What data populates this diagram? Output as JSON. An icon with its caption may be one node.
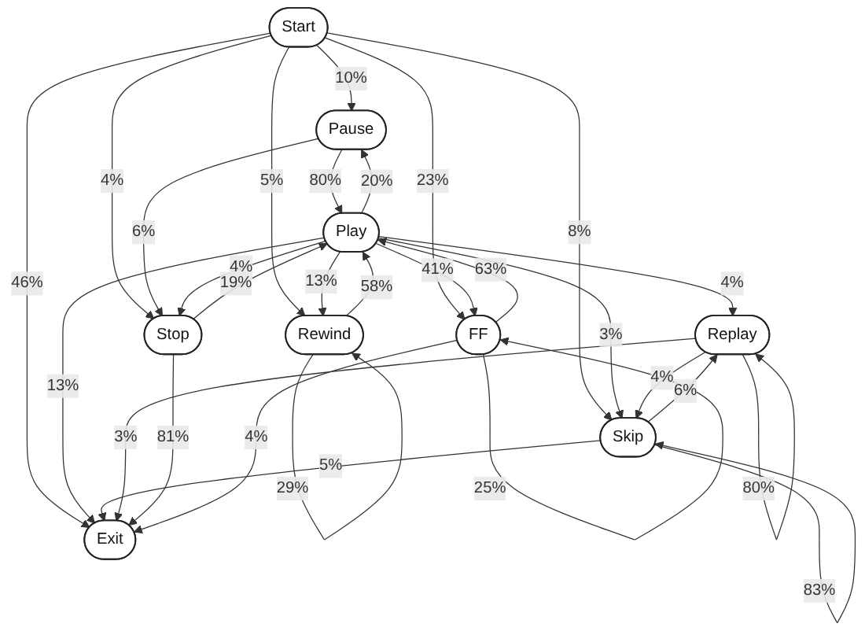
{
  "diagram": {
    "nodes": [
      {
        "text": [
          "Start"
        ]
      },
      {
        "text": [
          "Pause"
        ]
      },
      {
        "text": [
          "Rewind"
        ]
      },
      {
        "text": [
          "Play"
        ]
      },
      {
        "text": [
          "FF"
        ]
      },
      {
        "text": [
          "Replay"
        ]
      },
      {
        "text": [
          "Stop"
        ]
      },
      {
        "text": [
          "Skip"
        ]
      },
      {
        "text": [
          "Exit"
        ]
      }
    ],
    "edges": [
      {
        "from": 0,
        "to": 1,
        "arrow": "to",
        "label": "10%"
      },
      {
        "from": 0,
        "to": 2,
        "arrow": "to",
        "label": "5%"
      },
      {
        "from": 0,
        "to": 7,
        "arrow": "to",
        "label": "8%"
      },
      {
        "from": 0,
        "to": 6,
        "arrow": "to",
        "label": "4%"
      },
      {
        "from": 0,
        "to": 4,
        "arrow": "to",
        "label": "23%"
      },
      {
        "from": 0,
        "to": 8,
        "arrow": "to",
        "label": "46%"
      },
      {
        "from": 2,
        "to": 2,
        "arrow": "to",
        "label": "29%"
      },
      {
        "from": 2,
        "to": 3,
        "arrow": "to",
        "label": "58%"
      },
      {
        "from": 3,
        "to": 2,
        "arrow": "to",
        "label": "13%"
      },
      {
        "from": 1,
        "to": 3,
        "arrow": "to",
        "label": "80%"
      },
      {
        "from": 3,
        "to": 1,
        "arrow": "to",
        "label": "20%"
      },
      {
        "from": 1,
        "to": 6,
        "arrow": "to",
        "label": "6%"
      },
      {
        "from": 4,
        "to": 3,
        "arrow": "to",
        "label": "63%"
      },
      {
        "from": 3,
        "to": 4,
        "arrow": "to",
        "label": "41%"
      },
      {
        "from": 4,
        "to": 4,
        "arrow": "to",
        "label": "25%"
      },
      {
        "from": 3,
        "to": 5,
        "arrow": "to",
        "label": "4%"
      },
      {
        "from": 3,
        "to": 7,
        "arrow": "to",
        "label": "3%"
      },
      {
        "from": 3,
        "to": 6,
        "arrow": "to",
        "label": "4%"
      },
      {
        "from": 6,
        "to": 3,
        "arrow": "to",
        "label": "19%"
      },
      {
        "from": 3,
        "to": 8,
        "arrow": "to",
        "label": "13%"
      },
      {
        "from": 5,
        "to": 5,
        "arrow": "to",
        "label": "80%"
      },
      {
        "from": 7,
        "to": 5,
        "arrow": "to",
        "label": "6%"
      },
      {
        "from": 5,
        "to": 7,
        "arrow": "to",
        "label": "4%"
      },
      {
        "from": 7,
        "to": 7,
        "arrow": "to",
        "label": "83%"
      },
      {
        "from": 7,
        "to": 8,
        "arrow": "to",
        "label": "5%"
      },
      {
        "from": 5,
        "to": 8,
        "arrow": "to",
        "label": "3%"
      },
      {
        "from": 6,
        "to": 8,
        "arrow": "to",
        "label": "81%"
      },
      {
        "from": 4,
        "to": 8,
        "arrow": "to",
        "label": "4%"
      }
    ]
  }
}
